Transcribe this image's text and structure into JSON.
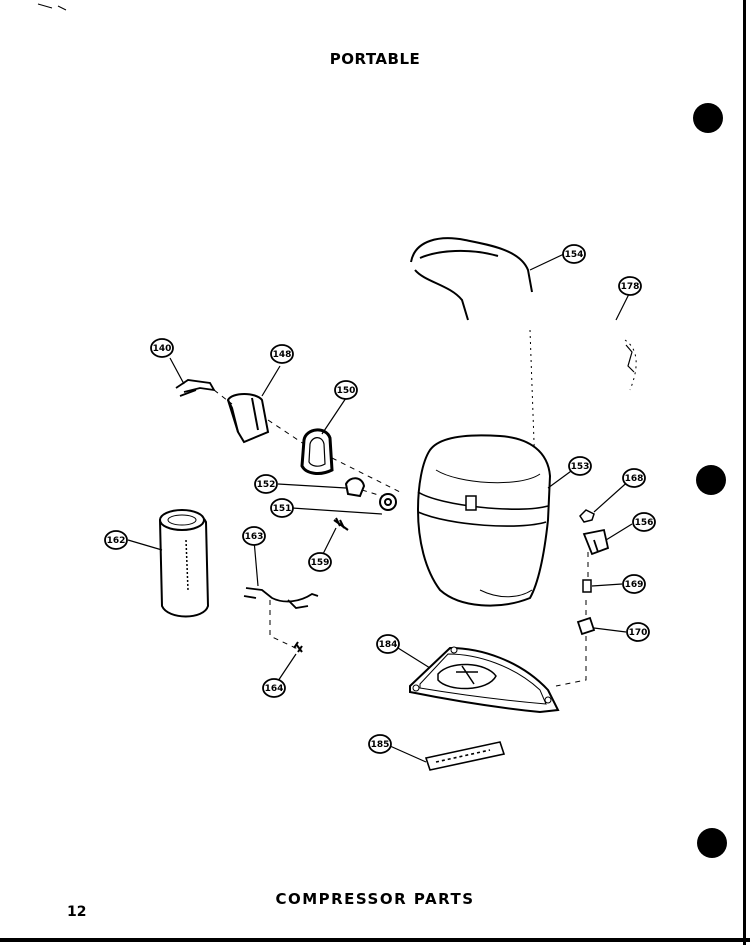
{
  "header": {
    "title": "PORTABLE"
  },
  "footer": {
    "caption": "COMPRESSOR PARTS",
    "page_number": "12"
  },
  "callouts": [
    {
      "id": "c140",
      "label": "140"
    },
    {
      "id": "c148",
      "label": "148"
    },
    {
      "id": "c150",
      "label": "150"
    },
    {
      "id": "c152",
      "label": "152"
    },
    {
      "id": "c151",
      "label": "151"
    },
    {
      "id": "c154",
      "label": "154"
    },
    {
      "id": "c178",
      "label": "178"
    },
    {
      "id": "c153",
      "label": "153"
    },
    {
      "id": "c168",
      "label": "168"
    },
    {
      "id": "c156",
      "label": "156"
    },
    {
      "id": "c162",
      "label": "162"
    },
    {
      "id": "c163",
      "label": "163"
    },
    {
      "id": "c159",
      "label": "159"
    },
    {
      "id": "c169",
      "label": "169"
    },
    {
      "id": "c170",
      "label": "170"
    },
    {
      "id": "c184",
      "label": "184"
    },
    {
      "id": "c164",
      "label": "164"
    },
    {
      "id": "c185",
      "label": "185"
    }
  ]
}
